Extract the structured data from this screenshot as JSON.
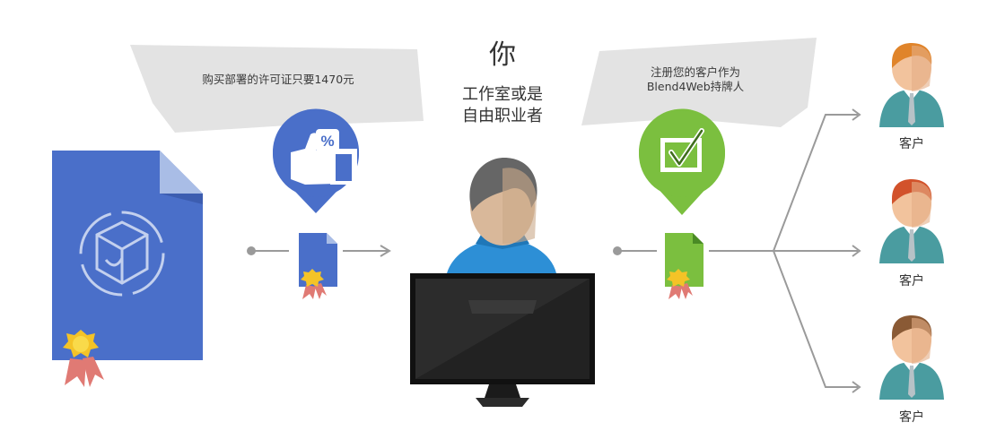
{
  "left_bubble": {
    "text": "购买部署的许可证只要1470元"
  },
  "right_bubble": {
    "line1": "注册您的客户作为",
    "line2": "Blend4Web持牌人"
  },
  "center": {
    "title": "你",
    "line1": "工作室或是",
    "line2": "自由职业者"
  },
  "clients": [
    {
      "label": "客户",
      "hair": "#e0842a"
    },
    {
      "label": "客户",
      "hair": "#d2522b"
    },
    {
      "label": "客户",
      "hair": "#8a5a35"
    }
  ],
  "thumb_badge": {
    "symbol": "%"
  },
  "colors": {
    "blue": "#4a6fc9",
    "blue_light": "#a9bde6",
    "green": "#7bbf3f",
    "bubble_gray": "#e3e3e3",
    "arrow_gray": "#9a9a9a",
    "teal_shirt": "#4a9ca0",
    "skin": "#f2c39d"
  }
}
